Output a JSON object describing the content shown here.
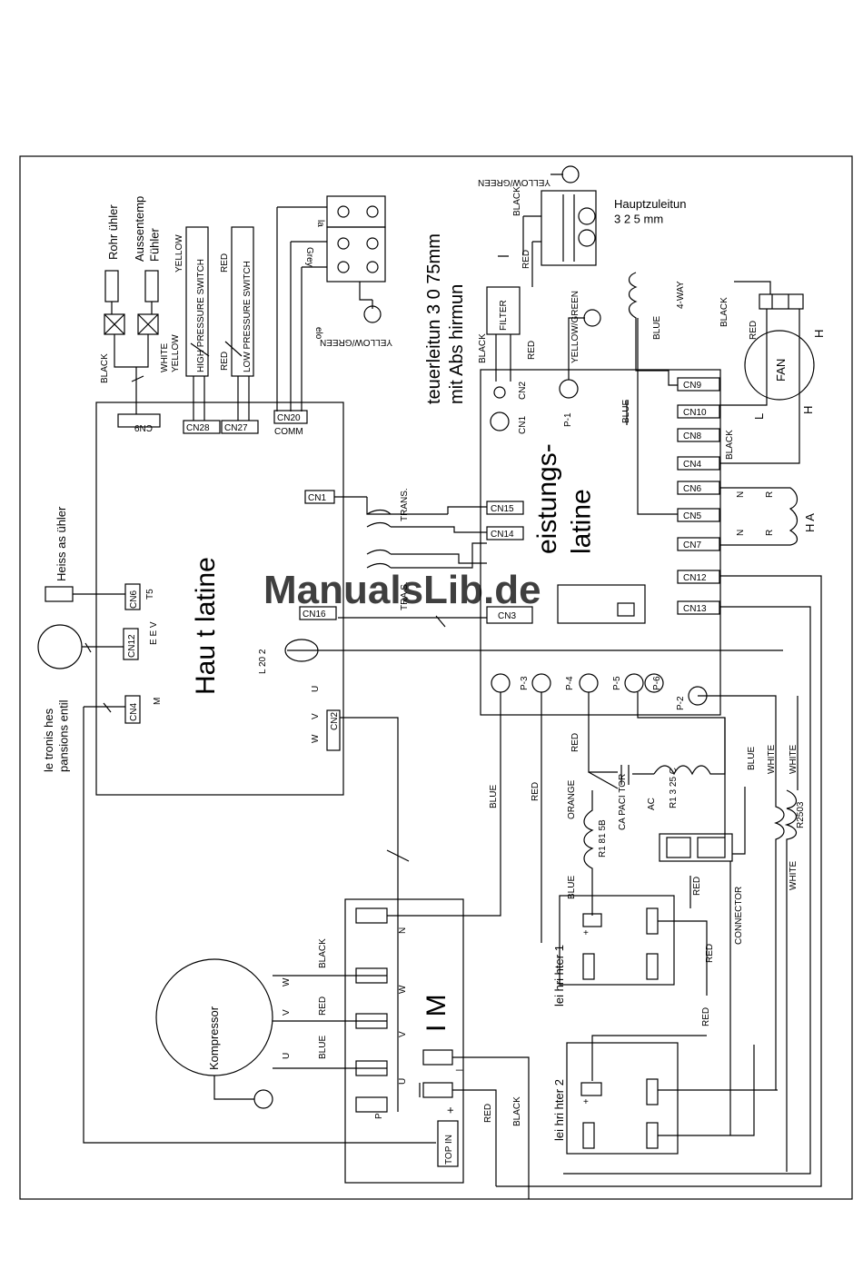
{
  "boards": {
    "main": "Hau t latine",
    "power": "eistungs-\nlatine",
    "ipm": "I M"
  },
  "components": {
    "compressor": "Kompressor",
    "fan": "FAN",
    "filter": "FILTER",
    "connector": "CONNECTOR",
    "transformer1": "TRANS.",
    "transformer2": "TRA S.",
    "eev_label": "E E V",
    "t5_label": "T5",
    "m_label": "M",
    "l202": "L 20 2",
    "r1815b": "R1 81 5B",
    "r1325c": "R1 3 25 C",
    "r2503": "R2503",
    "capacitor": "CA PACI TOR",
    "ac": "AC",
    "topin": "TOP IN",
    "four_way": "4-WAY",
    "ha": "H A",
    "h1": "H",
    "h2": "H",
    "l": "L"
  },
  "labels": {
    "rohr": "Rohr ühler",
    "aussen": "Aussentemp\nFühler",
    "heiss": "Heiss  as ühler",
    "elektronisch": "le tronis hes\npansions entil",
    "steuer": "teuerleitun   3  0 75mm\nmit Abs  hirmun",
    "haupt": "Hauptzuleitun\n3    2 5 mm",
    "gleich1": "lei  hri  hter 1",
    "gleich2": "lei  hri  hter 2",
    "la": "la",
    "grey": "Grey",
    "elo": "elo",
    "comm": "COMM",
    "high_pressure": "HIGH PRESSURE SWITCH",
    "low_pressure": "LOW PRESSURE SWITCH"
  },
  "connectors_main": [
    "CN9",
    "CN28",
    "CN27",
    "CN20",
    "CN1",
    "CN6",
    "CN12",
    "CN4",
    "CN16",
    "CN2"
  ],
  "connectors_power": [
    "CN9",
    "CN10",
    "CN8",
    "CN4",
    "CN6",
    "CN5",
    "CN7",
    "CN12",
    "CN13",
    "CN15",
    "CN14",
    "CN3",
    "CN1",
    "CN2"
  ],
  "pins": [
    "P-1",
    "P-2",
    "P-3",
    "P-4",
    "P-5",
    "P-6"
  ],
  "ipm_pins": [
    "N",
    "W",
    "V",
    "U",
    "P",
    "_",
    "+"
  ],
  "wire_colors": {
    "black": "BLACK",
    "white": "WHITE",
    "yellow": "YELLOW",
    "red": "RED",
    "blue": "BLUE",
    "orange": "ORANGE",
    "yellow_green": "YELLOW/GREEN",
    "yellow_green2": "YELLOW/GREEN",
    "yellow_green3": "YELLOW/GREEN"
  },
  "terminal_letters": {
    "n": "N",
    "r": "R",
    "wvu": [
      "W",
      "V",
      "U"
    ]
  },
  "watermark": "ManualsLib.de"
}
